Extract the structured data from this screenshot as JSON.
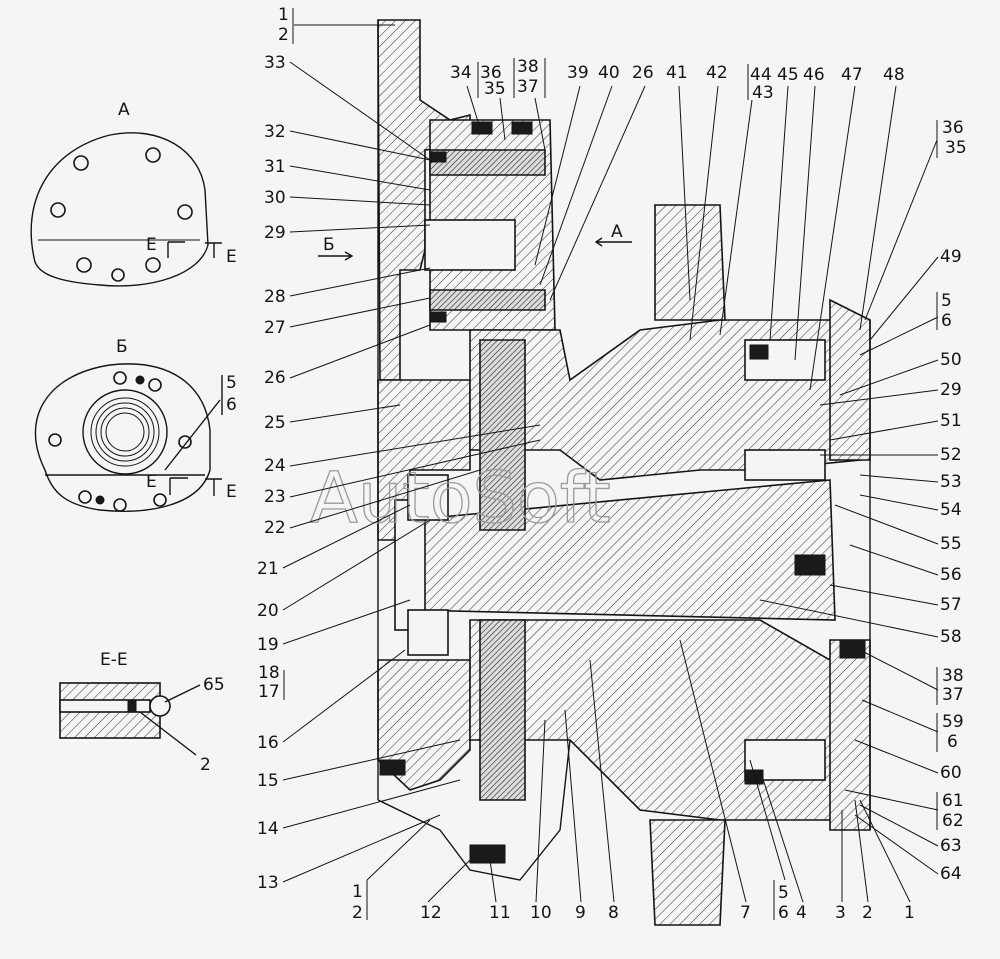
{
  "views": {
    "view_a": "А",
    "view_b": "Б",
    "section_ee": "Е-Е",
    "section_mark": "Е",
    "arrow_a": "А",
    "arrow_b": "Б"
  },
  "watermark": "AutoSoft",
  "callouts_left": [
    "33",
    "32",
    "31",
    "30",
    "29",
    "28",
    "27",
    "26",
    "25",
    "24",
    "23",
    "22",
    "21",
    "20",
    "19",
    "18",
    "17",
    "16",
    "15",
    "14",
    "13"
  ],
  "callouts_top": [
    "1",
    "2",
    "34",
    "36",
    "35",
    "38",
    "37",
    "39",
    "40",
    "26",
    "41",
    "42",
    "44",
    "43",
    "45",
    "46",
    "47",
    "48"
  ],
  "callouts_right": [
    "36",
    "35",
    "49",
    "5",
    "6",
    "50",
    "29",
    "51",
    "52",
    "53",
    "54",
    "55",
    "56",
    "57",
    "58",
    "38",
    "37",
    "59",
    "6",
    "60",
    "61",
    "62",
    "63",
    "64"
  ],
  "callouts_bottom": [
    "1",
    "2",
    "12",
    "11",
    "10",
    "9",
    "8",
    "7",
    "5",
    "6",
    "4",
    "3",
    "2",
    "1"
  ],
  "callouts_views": [
    "5",
    "6",
    "65",
    "2"
  ]
}
